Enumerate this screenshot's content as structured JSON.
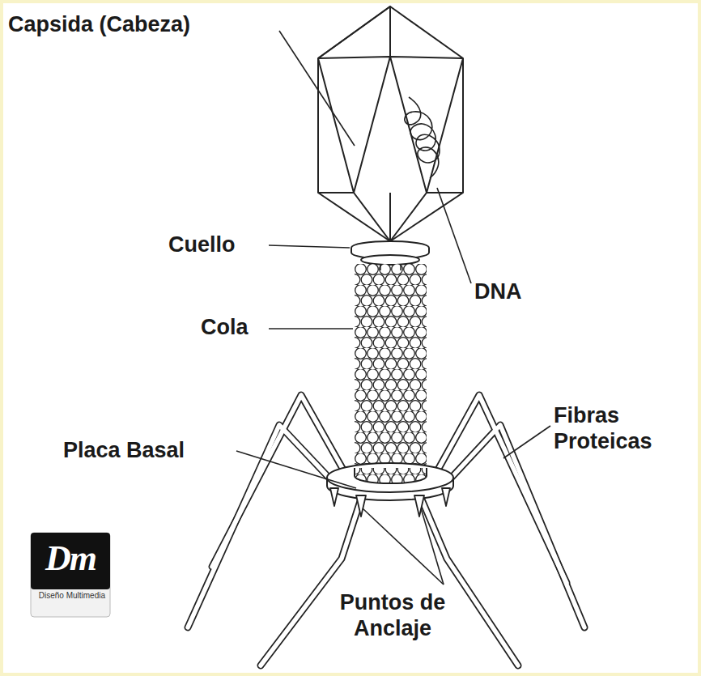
{
  "diagram": {
    "labels": [
      "Capsida (Cabeza)",
      "Cuello",
      "DNA",
      "Cola",
      "Placa Basal",
      "Fibras Proteicas",
      "Puntos de Anclaje",
      "Dm",
      "Diseño Multimedia"
    ]
  }
}
